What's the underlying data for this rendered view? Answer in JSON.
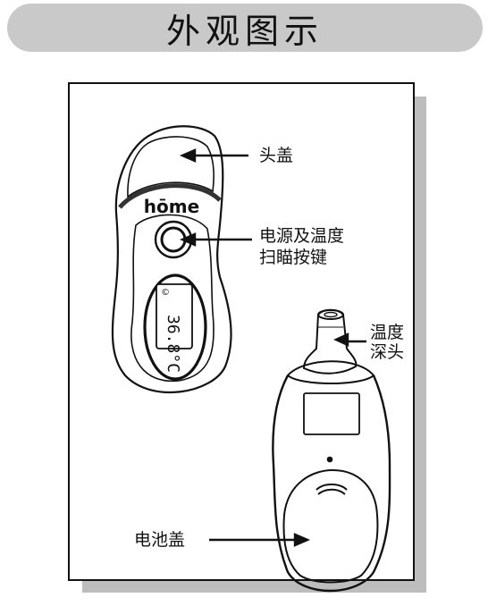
{
  "title": "外观图示",
  "brand": "hōme",
  "display_reading": "36.8°C",
  "labels": {
    "probe_cover": "头盖",
    "power_scan_button_line1": "电源及温度",
    "power_scan_button_line2": "扫瞄按键",
    "temp_probe_line1": "温度",
    "temp_probe_line2": "深头",
    "battery_cover": "电池盖"
  }
}
